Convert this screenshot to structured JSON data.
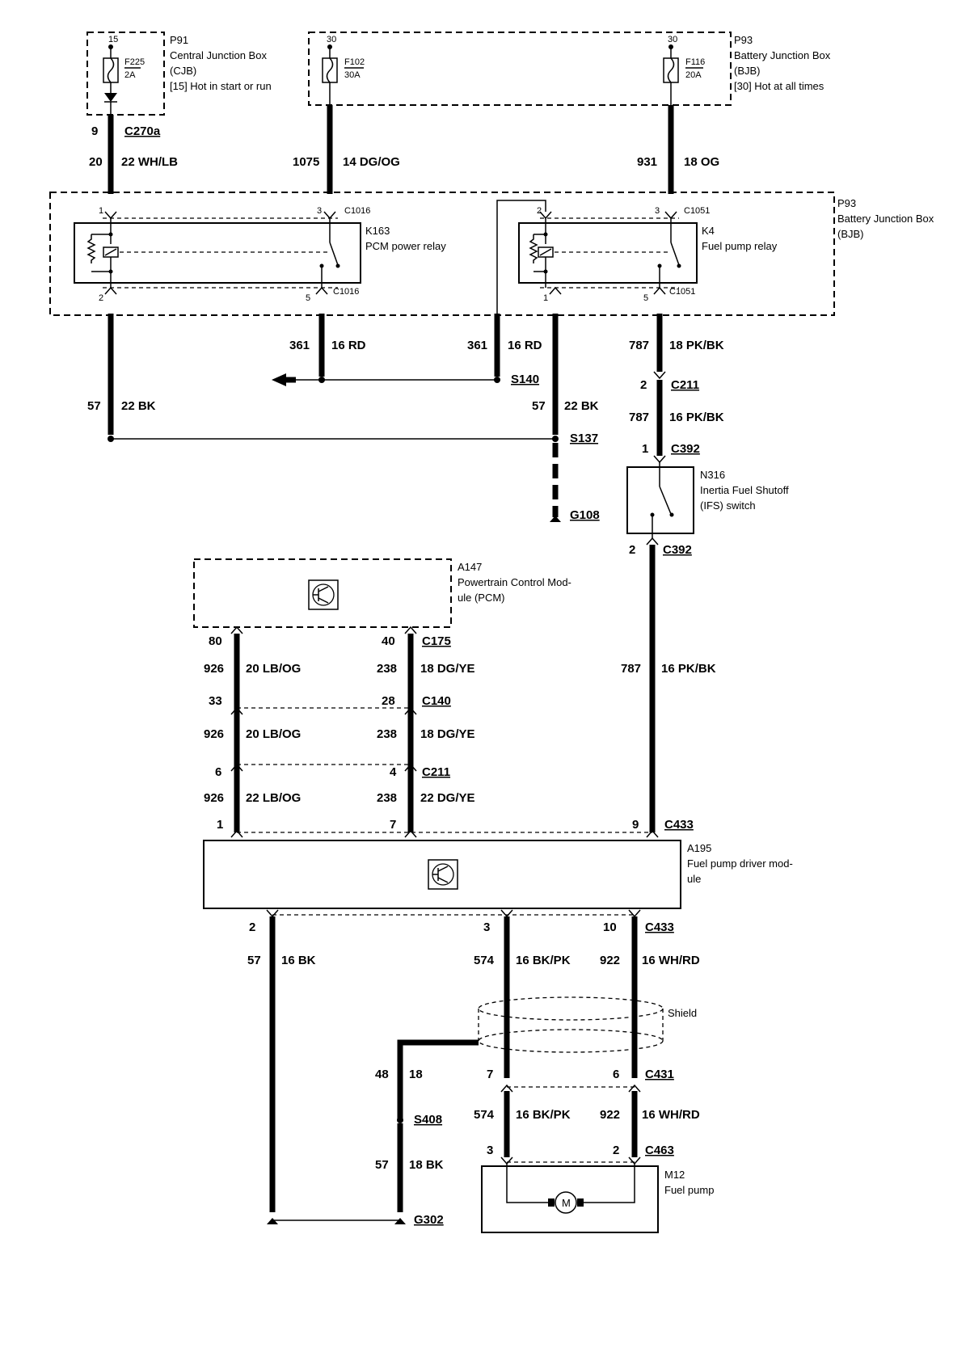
{
  "p91": {
    "pin": "15",
    "fuse": "F225",
    "amps": "2A",
    "l1": "P91",
    "l2": "Central Junction Box",
    "l3": "(CJB)",
    "l4": "[15] Hot in start or run"
  },
  "p93top": {
    "pinA": "30",
    "fuseA": "F102",
    "ampsA": "30A",
    "pinB": "30",
    "fuseB": "F116",
    "ampsB": "20A",
    "l1": "P93",
    "l2": "Battery Junction Box",
    "l3": "(BJB)",
    "l4": "[30] Hot at all times"
  },
  "p93mid": {
    "l1": "P93",
    "l2": "Battery Junction Box",
    "l3": "(BJB)"
  },
  "w1": {
    "pin": "9",
    "conn": "C270a",
    "circuit": "20",
    "wire": "22 WH/LB"
  },
  "w2": {
    "circuit": "1075",
    "wire": "14 DG/OG"
  },
  "w3": {
    "circuit": "931",
    "wire": "18 OG"
  },
  "k163": {
    "pin1": "1",
    "pin3": "3",
    "pin2": "2",
    "pin5": "5",
    "connTop": "C1016",
    "connBot": "C1016",
    "id": "K163",
    "name": "PCM power relay"
  },
  "k4": {
    "pin2": "2",
    "pin3": "3",
    "pin1": "1",
    "pin5": "5",
    "connTop": "C1051",
    "connBot": "C1051",
    "id": "K4",
    "name": "Fuel pump relay"
  },
  "mid": {
    "a_circuit": "361",
    "a_wire": "16 RD",
    "b_circuit": "361",
    "b_wire": "16 RD",
    "s140": "S140",
    "c_circuit": "57",
    "c_wire": "22 BK",
    "d_circuit": "57",
    "d_wire": "22 BK",
    "s137": "S137",
    "g108": "G108",
    "e_circuit": "787",
    "e_wire": "18 PK/BK",
    "c211pin": "2",
    "c211": "C211",
    "f_circuit": "787",
    "f_wire": "16 PK/BK",
    "c392pin1": "1",
    "c392a": "C392"
  },
  "n316": {
    "id": "N316",
    "l1": "Inertia Fuel Shutoff",
    "l2": "(IFS) switch",
    "pin2": "2",
    "conn": "C392"
  },
  "a147": {
    "id": "A147",
    "l1": "Powertrain Control Mod-",
    "l2": "ule (PCM)"
  },
  "pcmwires": {
    "r1l": "80",
    "r1r": "40",
    "r1c": "C175",
    "r2lc": "926",
    "r2lw": "20 LB/OG",
    "r2rc": "238",
    "r2rw": "18 DG/YE",
    "r3l": "33",
    "r3r": "28",
    "r3c": "C140",
    "r4lc": "926",
    "r4lw": "20 LB/OG",
    "r4rc": "238",
    "r4rw": "18 DG/YE",
    "r5l": "6",
    "r5r": "4",
    "r5c": "C211",
    "r6lc": "926",
    "r6lw": "22 LB/OG",
    "r6rc": "238",
    "r6rw": "22 DG/YE",
    "r7l": "1",
    "r7r": "7",
    "r7p": "9",
    "r7c": "C433",
    "ifs_circuit": "787",
    "ifs_wire": "16 PK/BK"
  },
  "a195": {
    "id": "A195",
    "l1": "Fuel pump driver mod-",
    "l2": "ule"
  },
  "bottom": {
    "p2": "2",
    "p3": "3",
    "p10": "10",
    "c433": "C433",
    "g_circuit": "57",
    "g_wire": "16 BK",
    "bk_circuit": "574",
    "bk_wire": "16 BK/PK",
    "wr_circuit": "922",
    "wr_wire": "16 WH/RD",
    "shield": "Shield",
    "sh_circuit": "48",
    "sh_wire": "18",
    "c431a": "7",
    "c431b": "6",
    "c431": "C431",
    "s408": "S408",
    "bk2_circuit": "574",
    "bk2_wire": "16 BK/PK",
    "wr2_circuit": "922",
    "wr2_wire": "16 WH/RD",
    "c463a": "3",
    "c463b": "2",
    "c463": "C463",
    "gb_circuit": "57",
    "gb_wire": "18 BK",
    "g302": "G302",
    "m12": "M12",
    "m12name": "Fuel pump",
    "motor": "M"
  }
}
